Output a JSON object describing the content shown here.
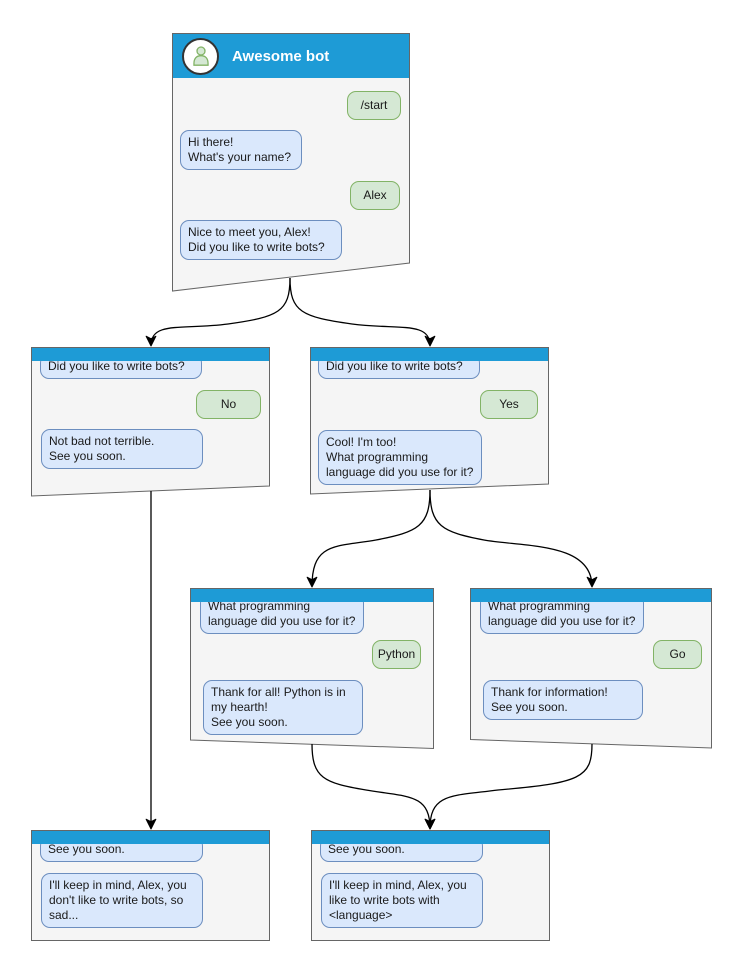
{
  "bot": {
    "title": "Awesome bot"
  },
  "windows": [
    {
      "name": "start",
      "title": "Awesome bot",
      "messages": [
        {
          "from": "user",
          "text": "/start"
        },
        {
          "from": "bot",
          "text": "Hi there!\nWhat's your name?"
        },
        {
          "from": "user",
          "text": "Alex"
        },
        {
          "from": "bot",
          "text": "Nice to meet you, Alex!\nDid you like to write bots?"
        }
      ]
    },
    {
      "name": "branch-no",
      "messages": [
        {
          "from": "bot",
          "text": "Did you like to write bots?"
        },
        {
          "from": "user",
          "text": "No"
        },
        {
          "from": "bot",
          "text": "Not bad not terrible.\nSee you soon."
        }
      ]
    },
    {
      "name": "branch-yes",
      "messages": [
        {
          "from": "bot",
          "text": "Did you like to write bots?"
        },
        {
          "from": "user",
          "text": "Yes"
        },
        {
          "from": "bot",
          "text": "Cool! I'm too!\nWhat programming\nlanguage did you use for it?"
        }
      ]
    },
    {
      "name": "lang-python",
      "messages": [
        {
          "from": "bot",
          "text": "What programming\nlanguage did you use for it?"
        },
        {
          "from": "user",
          "text": "Python"
        },
        {
          "from": "bot",
          "text": "Thank for all! Python is in\nmy hearth!\nSee you soon."
        }
      ]
    },
    {
      "name": "lang-go",
      "messages": [
        {
          "from": "bot",
          "text": "What programming\nlanguage did you use for it?"
        },
        {
          "from": "user",
          "text": "Go"
        },
        {
          "from": "bot",
          "text": "Thank for information!\nSee you soon."
        }
      ]
    },
    {
      "name": "end-no",
      "messages": [
        {
          "from": "bot",
          "text": "See you soon."
        },
        {
          "from": "bot",
          "text": "I'll keep in mind, Alex, you\ndon't like to write bots, so\nsad..."
        }
      ]
    },
    {
      "name": "end-yes",
      "messages": [
        {
          "from": "bot",
          "text": "See you soon."
        },
        {
          "from": "bot",
          "text": "I'll keep in mind, Alex, you\nlike to write bots with\n<language>"
        }
      ]
    }
  ],
  "icons": {
    "bot_avatar": "person-silhouette"
  },
  "colors": {
    "titlebar_blue": "#1E9BD6",
    "bot_bubble_fill": "#DAE8FC",
    "bot_bubble_border": "#6C8EBF",
    "user_bubble_fill": "#D5E8D4",
    "user_bubble_border": "#82B366",
    "window_fill": "#F5F5F5",
    "window_border": "#666666",
    "connector": "#000000"
  }
}
